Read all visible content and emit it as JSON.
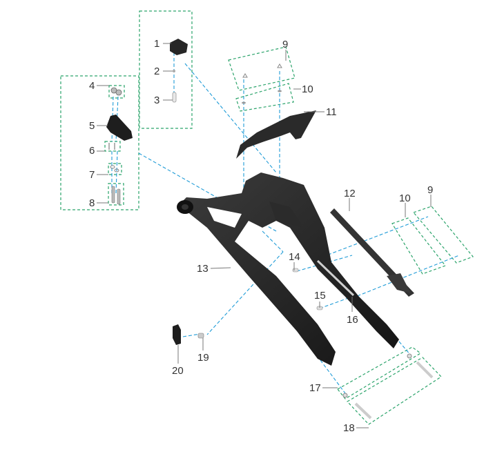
{
  "diagram": {
    "type": "exploded-parts-diagram",
    "subject": "swingarm assembly",
    "colors": {
      "group_box": "#2aa36a",
      "leader_dash": "#1e9bd7",
      "part_black": "#1f1f1f",
      "part_grey": "#3a3a3a",
      "label_text": "#333333",
      "leader_line": "#777777"
    },
    "callouts": [
      {
        "id": "1",
        "label": "1"
      },
      {
        "id": "2",
        "label": "2"
      },
      {
        "id": "3",
        "label": "3"
      },
      {
        "id": "4",
        "label": "4"
      },
      {
        "id": "5",
        "label": "5"
      },
      {
        "id": "6",
        "label": "6"
      },
      {
        "id": "7",
        "label": "7"
      },
      {
        "id": "8",
        "label": "8"
      },
      {
        "id": "9a",
        "label": "9"
      },
      {
        "id": "10a",
        "label": "10"
      },
      {
        "id": "11",
        "label": "11"
      },
      {
        "id": "12",
        "label": "12"
      },
      {
        "id": "10b",
        "label": "10"
      },
      {
        "id": "9b",
        "label": "9"
      },
      {
        "id": "13",
        "label": "13"
      },
      {
        "id": "14",
        "label": "14"
      },
      {
        "id": "15",
        "label": "15"
      },
      {
        "id": "16",
        "label": "16"
      },
      {
        "id": "17",
        "label": "17"
      },
      {
        "id": "18",
        "label": "18"
      },
      {
        "id": "19",
        "label": "19"
      },
      {
        "id": "20",
        "label": "20"
      }
    ]
  }
}
